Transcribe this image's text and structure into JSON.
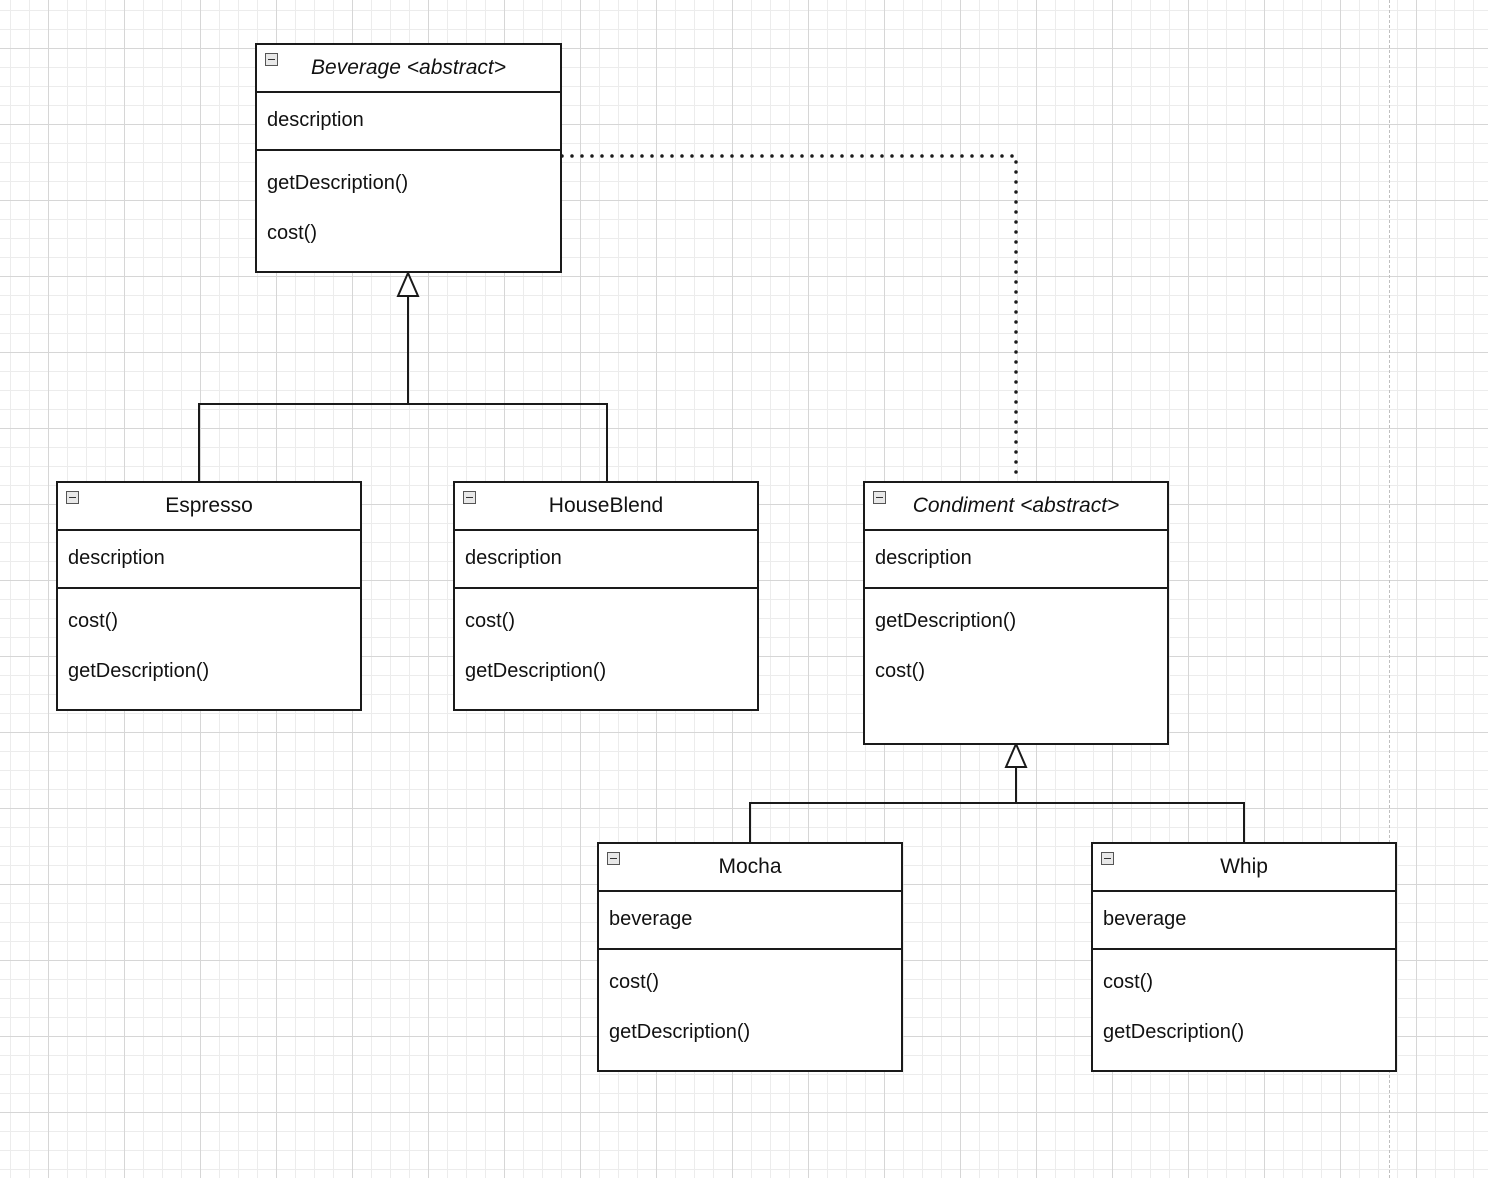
{
  "diagram": {
    "classes": [
      {
        "id": "beverage",
        "name": "Beverage <abstract>",
        "abstract": true,
        "attributes": [
          "description"
        ],
        "operations": [
          "getDescription()",
          "cost()"
        ]
      },
      {
        "id": "espresso",
        "name": "Espresso",
        "abstract": false,
        "attributes": [
          "description"
        ],
        "operations": [
          "cost()",
          "getDescription()"
        ]
      },
      {
        "id": "houseblend",
        "name": "HouseBlend",
        "abstract": false,
        "attributes": [
          "description"
        ],
        "operations": [
          "cost()",
          "getDescription()"
        ]
      },
      {
        "id": "condiment",
        "name": "Condiment <abstract>",
        "abstract": true,
        "attributes": [
          "description"
        ],
        "operations": [
          "getDescription()",
          "cost()"
        ]
      },
      {
        "id": "mocha",
        "name": "Mocha",
        "abstract": false,
        "attributes": [
          "beverage"
        ],
        "operations": [
          "cost()",
          "getDescription()"
        ]
      },
      {
        "id": "whip",
        "name": "Whip",
        "abstract": false,
        "attributes": [
          "beverage"
        ],
        "operations": [
          "cost()",
          "getDescription()"
        ]
      }
    ],
    "relationships": [
      {
        "type": "generalization",
        "from": "espresso",
        "to": "beverage"
      },
      {
        "type": "generalization",
        "from": "houseblend",
        "to": "beverage"
      },
      {
        "type": "dependency",
        "from": "beverage",
        "to": "condiment"
      },
      {
        "type": "generalization",
        "from": "mocha",
        "to": "condiment"
      },
      {
        "type": "generalization",
        "from": "whip",
        "to": "condiment"
      }
    ],
    "colors": {
      "line": "#1a1a1a",
      "grid": "#d6d6d6",
      "background": "#ffffff"
    },
    "icons": {
      "collapse": "collapse-minus-icon"
    }
  }
}
